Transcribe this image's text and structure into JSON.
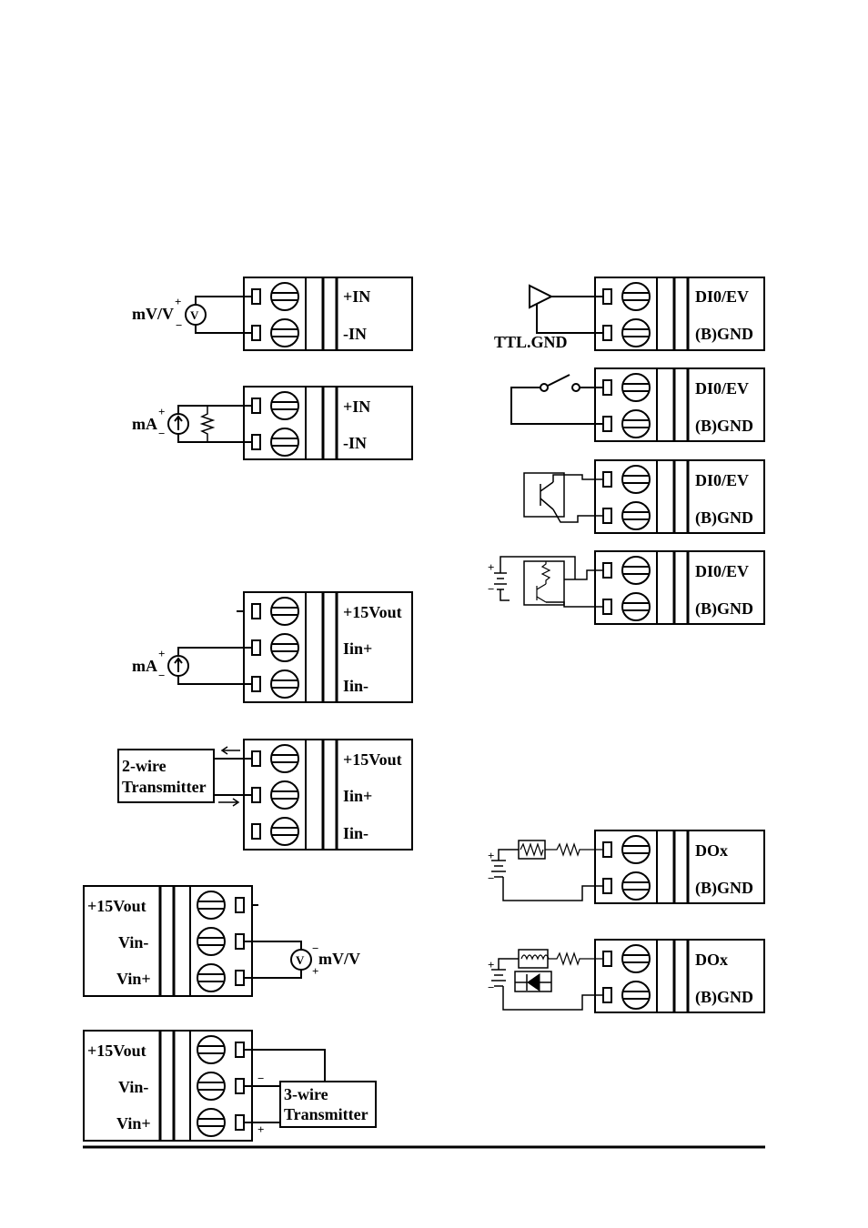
{
  "blocks": {
    "a1": {
      "t1": "+IN",
      "t2": "-IN"
    },
    "a2": {
      "t1": "+IN",
      "t2": "-IN"
    },
    "a3": {
      "t1": "+15Vout",
      "t2": "Iin+",
      "t3": "Iin-"
    },
    "a4": {
      "t1": "+15Vout",
      "t2": "Iin+",
      "t3": "Iin-"
    },
    "a5": {
      "t1": "+15Vout",
      "t2": "Vin-",
      "t3": "Vin+"
    },
    "a6": {
      "t1": "+15Vout",
      "t2": "Vin-",
      "t3": "Vin+"
    },
    "d1": {
      "t1": "DI0/EV",
      "t2": "(B)GND"
    },
    "d2": {
      "t1": "DI0/EV",
      "t2": "(B)GND"
    },
    "d3": {
      "t1": "DI0/EV",
      "t2": "(B)GND"
    },
    "d4": {
      "t1": "DI0/EV",
      "t2": "(B)GND"
    },
    "o1": {
      "t1": "DOx",
      "t2": "(B)GND"
    },
    "o2": {
      "t1": "DOx",
      "t2": "(B)GND"
    }
  },
  "labels": {
    "mvv": "mV/V",
    "ma1": "mA",
    "ma2": "mA",
    "mvv2": "mV/V",
    "ttl": "TTL.GND",
    "tx2_l1": "2-wire",
    "tx2_l2": "Transmitter",
    "tx3_l1": "3-wire",
    "tx3_l2": "Transmitter",
    "volt": "V",
    "volt2": "V",
    "plus": "+",
    "minus": "−"
  },
  "icons": [
    "voltage-source-icon",
    "current-source-icon",
    "resistor-icon",
    "ttl-buffer-icon",
    "switch-icon",
    "transistor-icon",
    "optocoupler-icon",
    "relay-coil-icon",
    "diode-icon",
    "battery-icon"
  ]
}
